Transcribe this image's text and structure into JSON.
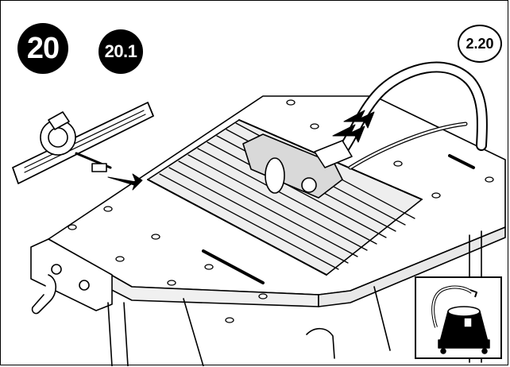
{
  "step": {
    "number": "20",
    "sub_number": "20.1",
    "reference": "2.20"
  },
  "icons": {
    "main": "workbench-table-saw-icon",
    "vacuum": "vacuum-cleaner-icon",
    "arrow": "arrow-icon"
  },
  "colors": {
    "ink": "#000000",
    "paper": "#ffffff",
    "shade": "#d9d9d9"
  }
}
